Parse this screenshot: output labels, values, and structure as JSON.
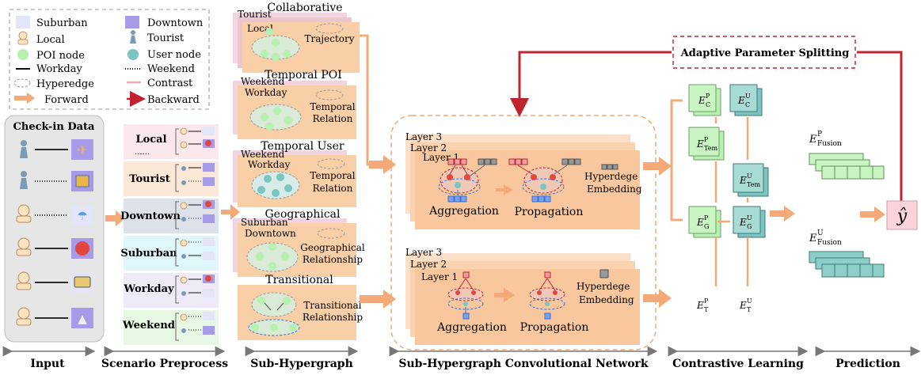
{
  "legend": {
    "suburban": "Suburban",
    "downtown": "Downtown",
    "local": "Local",
    "tourist": "Tourist",
    "poi_node": "POI node",
    "user_node": "User node",
    "workday": "Workday",
    "weekend": "Weekend",
    "hyperedge": "Hyperedge",
    "contrast": "Contrast",
    "forward": "Forward",
    "backward": "Backward",
    "colors": {
      "suburban": "#e4e6f8",
      "downtown": "#a79be8",
      "poi_node": "#b7f0b0",
      "user_node": "#7cc4c0",
      "forward": "#f4aa78",
      "backward": "#c0242f",
      "contrast": "#f3a6b8"
    }
  },
  "input": {
    "title": "Check-in Data"
  },
  "scenarios": [
    "Local",
    "Tourist",
    "Downtown",
    "Suburban",
    "Workday",
    "Weekend"
  ],
  "subgraphs": {
    "collab": {
      "title": "Collaborative",
      "back": "Tourist",
      "front": "Local",
      "note": "Trajectory"
    },
    "tpoi": {
      "title": "Temporal POI",
      "back": "Weekend",
      "front": "Workday",
      "note": "Temporal Relation"
    },
    "tuser": {
      "title": "Temporal User",
      "back": "Weekend",
      "front": "Workday",
      "note": "Temporal Relation"
    },
    "geo": {
      "title": "Geographical",
      "back": "Suburban",
      "front": "Downtown",
      "note": "Geographical Relationship"
    },
    "trans": {
      "title": "Transitional",
      "note": "Transitional Relationship"
    }
  },
  "conv": {
    "layer3": "Layer 3",
    "layer2": "Layer 2",
    "layer1": "Layer 1",
    "aggregation": "Aggregation",
    "propagation": "Propagation",
    "embedding": "Hyperdege Embedding"
  },
  "adaptive": "Adaptive Parameter Splitting",
  "contrast_labels": {
    "cp": [
      "E",
      "P",
      "C"
    ],
    "cu": [
      "E",
      "U",
      "C"
    ],
    "tp": [
      "E",
      "P",
      "Tem"
    ],
    "tu": [
      "E",
      "U",
      "Tem"
    ],
    "gp": [
      "E",
      "P",
      "G"
    ],
    "gu": [
      "E",
      "U",
      "G"
    ],
    "trp": [
      "E",
      "P",
      "T"
    ],
    "tru": [
      "E",
      "U",
      "T"
    ]
  },
  "fusion": {
    "p": [
      "E",
      "P",
      "Fusion"
    ],
    "u": [
      "E",
      "U",
      "Fusion"
    ]
  },
  "output": "ŷ",
  "stages": [
    "Input",
    "Scenario Preprocess",
    "Sub-Hypergraph",
    "Sub-Hypergraph Convolutional Network",
    "Contrastive Learning",
    "Prediction"
  ]
}
